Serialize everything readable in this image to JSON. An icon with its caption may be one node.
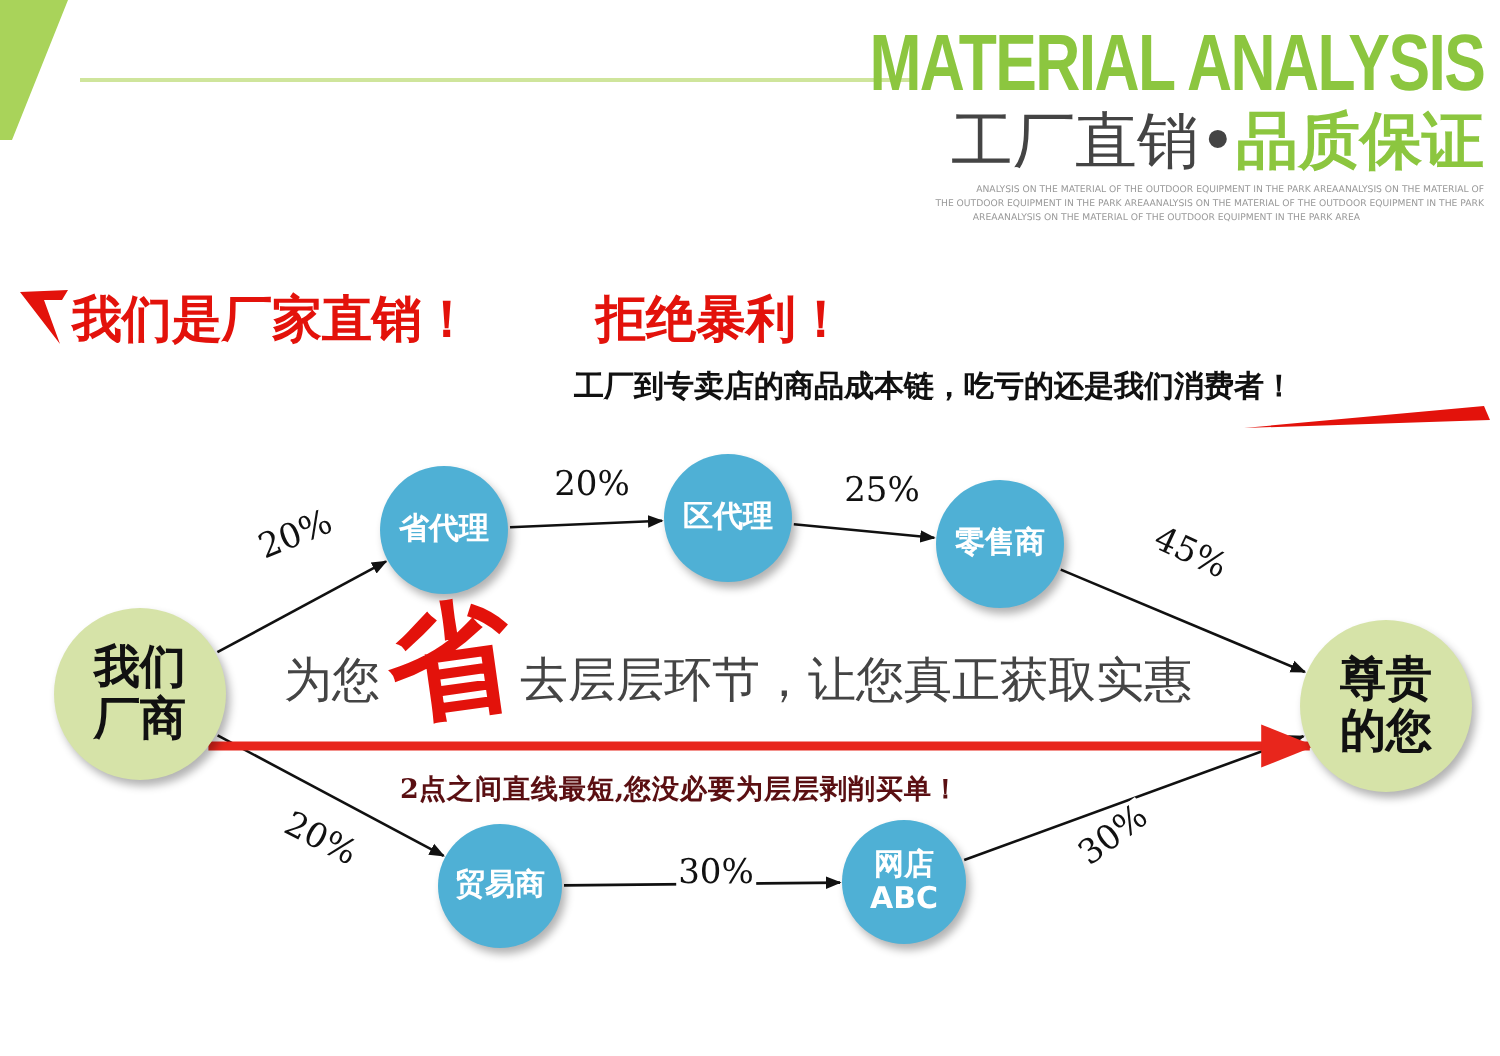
{
  "diagram": {
    "title": "MATERIAL ANALYSIS",
    "nodes": [
      {
        "text": [
          "我们厂商"
        ]
      },
      {
        "text": [
          "省代理"
        ]
      },
      {
        "text": [
          "区代理"
        ]
      },
      {
        "text": [
          "零售商"
        ]
      },
      {
        "text": [
          "贸易商"
        ]
      },
      {
        "text": [
          "网店ABC"
        ]
      },
      {
        "text": [
          "尊贵的您"
        ]
      }
    ],
    "edges": [
      {
        "from": 0,
        "to": 1,
        "arrow": "to",
        "label": "20%"
      },
      {
        "from": 1,
        "to": 2,
        "arrow": "to",
        "label": "20%"
      },
      {
        "from": 2,
        "to": 3,
        "arrow": "to",
        "label": "25%"
      },
      {
        "from": 3,
        "to": 6,
        "arrow": "to",
        "label": "45%"
      },
      {
        "from": 0,
        "to": 4,
        "arrow": "to",
        "label": "20%"
      },
      {
        "from": 4,
        "to": 5,
        "arrow": "to",
        "label": "30%"
      },
      {
        "from": 5,
        "to": 6,
        "arrow": "to",
        "label": "30%"
      },
      {
        "from": 0,
        "to": 6,
        "arrow": "to",
        "label": "为您**省**去层层环节，让您真正获取实惠",
        "style": "thick",
        "color": "#e8261c"
      }
    ],
    "labels": [
      "工厂直销•**品质保证**",
      "ANALYSIS ON THE MATERIAL OF THE OUTDOOR EQUIPMENT IN THE PARK AREAANALYSIS ON THE MATERIAL OF",
      "THE OUTDOOR EQUIPMENT IN THE PARK AREAANALYSIS ON THE MATERIAL OF THE OUTDOOR EQUIPMENT IN THE PARK",
      "AREAANALYSIS ON THE MATERIAL OF THE OUTDOOR EQUIPMENT IN THE PARK AREA",
      "我们是厂家直销！",
      "拒绝暴利！",
      "工厂到专卖店的商品成本链，吃亏的还是我们消费者！",
      "2点之间直线最短,您没必要为层层剥削买单！"
    ]
  }
}
